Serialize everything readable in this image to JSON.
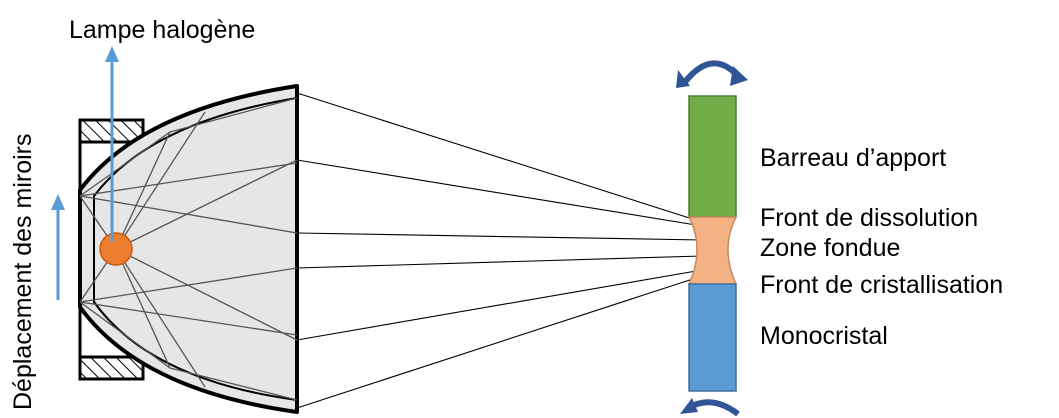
{
  "labels": {
    "lamp": "Lampe halogène",
    "mirror_motion": "Déplacement des miroirs",
    "feed_rod": "Barreau d’apport",
    "dissolution_front": "Front de dissolution",
    "molten_zone": "Zone fondue",
    "crystallization_front": "Front de cristallisation",
    "single_crystal": "Monocristal"
  },
  "colors": {
    "feed_rod": "#70ad47",
    "molten_zone": "#f4b183",
    "single_crystal": "#5b9bd5",
    "lamp": "#ed7d31",
    "arrow": "#5b9bd5",
    "rotation_arrow": "#2f5597",
    "mirror_fill": "#e6e6e6"
  }
}
